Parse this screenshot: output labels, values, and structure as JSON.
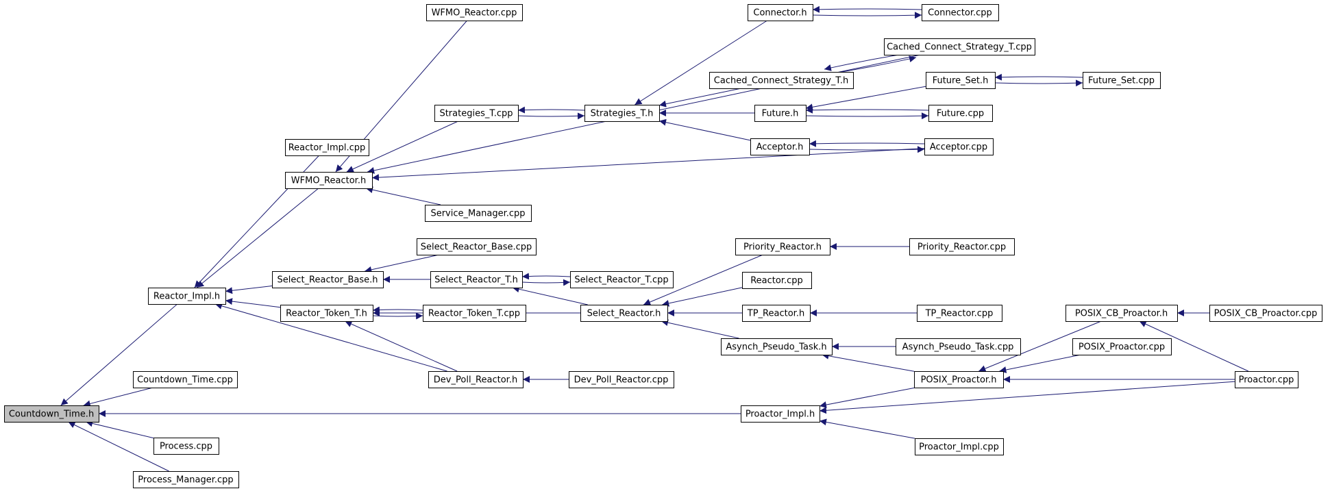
{
  "graph": {
    "type": "include-dependency-graph",
    "colors": {
      "edge": "#191970",
      "root_fill": "#bfbfbf",
      "node_fill": "#ffffff",
      "node_stroke": "#000000"
    },
    "root": "countdown_time_h",
    "nodes": [
      {
        "id": "countdown_time_h",
        "label": "Countdown_Time.h"
      },
      {
        "id": "countdown_time_cpp",
        "label": "Countdown_Time.cpp"
      },
      {
        "id": "process_cpp",
        "label": "Process.cpp"
      },
      {
        "id": "process_manager_cpp",
        "label": "Process_Manager.cpp"
      },
      {
        "id": "reactor_impl_h",
        "label": "Reactor_Impl.h"
      },
      {
        "id": "reactor_impl_cpp",
        "label": "Reactor_Impl.cpp"
      },
      {
        "id": "wfmo_reactor_cpp",
        "label": "WFMO_Reactor.cpp"
      },
      {
        "id": "wfmo_reactor_h",
        "label": "WFMO_Reactor.h"
      },
      {
        "id": "strategies_t_cpp",
        "label": "Strategies_T.cpp"
      },
      {
        "id": "strategies_t_h",
        "label": "Strategies_T.h"
      },
      {
        "id": "service_manager_cpp",
        "label": "Service_Manager.cpp"
      },
      {
        "id": "connector_h",
        "label": "Connector.h"
      },
      {
        "id": "connector_cpp",
        "label": "Connector.cpp"
      },
      {
        "id": "cached_connect_strategy_t_cpp",
        "label": "Cached_Connect_Strategy_T.cpp"
      },
      {
        "id": "cached_connect_strategy_t_h",
        "label": "Cached_Connect_Strategy_T.h"
      },
      {
        "id": "future_set_h",
        "label": "Future_Set.h"
      },
      {
        "id": "future_set_cpp",
        "label": "Future_Set.cpp"
      },
      {
        "id": "future_h",
        "label": "Future.h"
      },
      {
        "id": "future_cpp",
        "label": "Future.cpp"
      },
      {
        "id": "acceptor_h",
        "label": "Acceptor.h"
      },
      {
        "id": "acceptor_cpp",
        "label": "Acceptor.cpp"
      },
      {
        "id": "select_reactor_base_cpp",
        "label": "Select_Reactor_Base.cpp"
      },
      {
        "id": "select_reactor_base_h",
        "label": "Select_Reactor_Base.h"
      },
      {
        "id": "select_reactor_t_h",
        "label": "Select_Reactor_T.h"
      },
      {
        "id": "select_reactor_t_cpp",
        "label": "Select_Reactor_T.cpp"
      },
      {
        "id": "reactor_token_t_h",
        "label": "Reactor_Token_T.h"
      },
      {
        "id": "reactor_token_t_cpp",
        "label": "Reactor_Token_T.cpp"
      },
      {
        "id": "select_reactor_h",
        "label": "Select_Reactor.h"
      },
      {
        "id": "dev_poll_reactor_h",
        "label": "Dev_Poll_Reactor.h"
      },
      {
        "id": "dev_poll_reactor_cpp",
        "label": "Dev_Poll_Reactor.cpp"
      },
      {
        "id": "priority_reactor_h",
        "label": "Priority_Reactor.h"
      },
      {
        "id": "priority_reactor_cpp",
        "label": "Priority_Reactor.cpp"
      },
      {
        "id": "reactor_cpp",
        "label": "Reactor.cpp"
      },
      {
        "id": "tp_reactor_h",
        "label": "TP_Reactor.h"
      },
      {
        "id": "tp_reactor_cpp",
        "label": "TP_Reactor.cpp"
      },
      {
        "id": "asynch_pseudo_task_h",
        "label": "Asynch_Pseudo_Task.h"
      },
      {
        "id": "asynch_pseudo_task_cpp",
        "label": "Asynch_Pseudo_Task.cpp"
      },
      {
        "id": "posix_cb_proactor_h",
        "label": "POSIX_CB_Proactor.h"
      },
      {
        "id": "posix_cb_proactor_cpp",
        "label": "POSIX_CB_Proactor.cpp"
      },
      {
        "id": "posix_proactor_cpp",
        "label": "POSIX_Proactor.cpp"
      },
      {
        "id": "posix_proactor_h",
        "label": "POSIX_Proactor.h"
      },
      {
        "id": "proactor_cpp",
        "label": "Proactor.cpp"
      },
      {
        "id": "proactor_impl_h",
        "label": "Proactor_Impl.h"
      },
      {
        "id": "proactor_impl_cpp",
        "label": "Proactor_Impl.cpp"
      }
    ],
    "edges": [
      {
        "from": "countdown_time_cpp",
        "to": "countdown_time_h"
      },
      {
        "from": "process_cpp",
        "to": "countdown_time_h"
      },
      {
        "from": "process_manager_cpp",
        "to": "countdown_time_h"
      },
      {
        "from": "reactor_impl_h",
        "to": "countdown_time_h"
      },
      {
        "from": "proactor_impl_h",
        "to": "countdown_time_h"
      },
      {
        "from": "reactor_impl_cpp",
        "to": "reactor_impl_h"
      },
      {
        "from": "wfmo_reactor_h",
        "to": "reactor_impl_h"
      },
      {
        "from": "select_reactor_base_h",
        "to": "reactor_impl_h"
      },
      {
        "from": "reactor_token_t_h",
        "to": "reactor_impl_h"
      },
      {
        "from": "dev_poll_reactor_h",
        "to": "reactor_impl_h"
      },
      {
        "from": "wfmo_reactor_cpp",
        "to": "wfmo_reactor_h"
      },
      {
        "from": "strategies_t_cpp",
        "to": "wfmo_reactor_h"
      },
      {
        "from": "service_manager_cpp",
        "to": "wfmo_reactor_h"
      },
      {
        "from": "acceptor_cpp",
        "to": "wfmo_reactor_h"
      },
      {
        "from": "cached_connect_strategy_t_cpp",
        "to": "wfmo_reactor_h"
      },
      {
        "from": "strategies_t_cpp",
        "to": "strategies_t_h"
      },
      {
        "from": "strategies_t_h",
        "to": "strategies_t_cpp"
      },
      {
        "from": "connector_h",
        "to": "strategies_t_h"
      },
      {
        "from": "cached_connect_strategy_t_h",
        "to": "strategies_t_h"
      },
      {
        "from": "future_h",
        "to": "strategies_t_h"
      },
      {
        "from": "acceptor_h",
        "to": "strategies_t_h"
      },
      {
        "from": "connector_h",
        "to": "connector_cpp"
      },
      {
        "from": "connector_cpp",
        "to": "connector_h"
      },
      {
        "from": "cached_connect_strategy_t_h",
        "to": "cached_connect_strategy_t_cpp"
      },
      {
        "from": "cached_connect_strategy_t_cpp",
        "to": "cached_connect_strategy_t_h"
      },
      {
        "from": "future_set_cpp",
        "to": "future_set_h"
      },
      {
        "from": "future_set_h",
        "to": "future_set_cpp"
      },
      {
        "from": "future_set_h",
        "to": "future_h"
      },
      {
        "from": "future_h",
        "to": "future_cpp"
      },
      {
        "from": "future_cpp",
        "to": "future_h"
      },
      {
        "from": "acceptor_h",
        "to": "acceptor_cpp"
      },
      {
        "from": "acceptor_cpp",
        "to": "acceptor_h"
      },
      {
        "from": "select_reactor_base_cpp",
        "to": "select_reactor_base_h"
      },
      {
        "from": "select_reactor_t_h",
        "to": "select_reactor_base_h"
      },
      {
        "from": "select_reactor_t_cpp",
        "to": "select_reactor_t_h"
      },
      {
        "from": "select_reactor_t_h",
        "to": "select_reactor_t_cpp"
      },
      {
        "from": "select_reactor_h",
        "to": "select_reactor_t_h"
      },
      {
        "from": "reactor_token_t_cpp",
        "to": "reactor_token_t_h"
      },
      {
        "from": "reactor_token_t_h",
        "to": "reactor_token_t_cpp"
      },
      {
        "from": "select_reactor_h",
        "to": "reactor_token_t_h"
      },
      {
        "from": "dev_poll_reactor_h",
        "to": "reactor_token_t_h"
      },
      {
        "from": "dev_poll_reactor_cpp",
        "to": "dev_poll_reactor_h"
      },
      {
        "from": "priority_reactor_h",
        "to": "select_reactor_h"
      },
      {
        "from": "reactor_cpp",
        "to": "select_reactor_h"
      },
      {
        "from": "tp_reactor_h",
        "to": "select_reactor_h"
      },
      {
        "from": "asynch_pseudo_task_h",
        "to": "select_reactor_h"
      },
      {
        "from": "priority_reactor_cpp",
        "to": "priority_reactor_h"
      },
      {
        "from": "tp_reactor_cpp",
        "to": "tp_reactor_h"
      },
      {
        "from": "asynch_pseudo_task_cpp",
        "to": "asynch_pseudo_task_h"
      },
      {
        "from": "posix_proactor_h",
        "to": "asynch_pseudo_task_h"
      },
      {
        "from": "posix_cb_proactor_cpp",
        "to": "posix_cb_proactor_h"
      },
      {
        "from": "proactor_cpp",
        "to": "posix_cb_proactor_h"
      },
      {
        "from": "posix_cb_proactor_h",
        "to": "posix_proactor_h"
      },
      {
        "from": "posix_proactor_cpp",
        "to": "posix_proactor_h"
      },
      {
        "from": "proactor_cpp",
        "to": "posix_proactor_h"
      },
      {
        "from": "posix_proactor_h",
        "to": "proactor_impl_h"
      },
      {
        "from": "proactor_cpp",
        "to": "proactor_impl_h"
      },
      {
        "from": "proactor_impl_cpp",
        "to": "proactor_impl_h"
      }
    ]
  }
}
